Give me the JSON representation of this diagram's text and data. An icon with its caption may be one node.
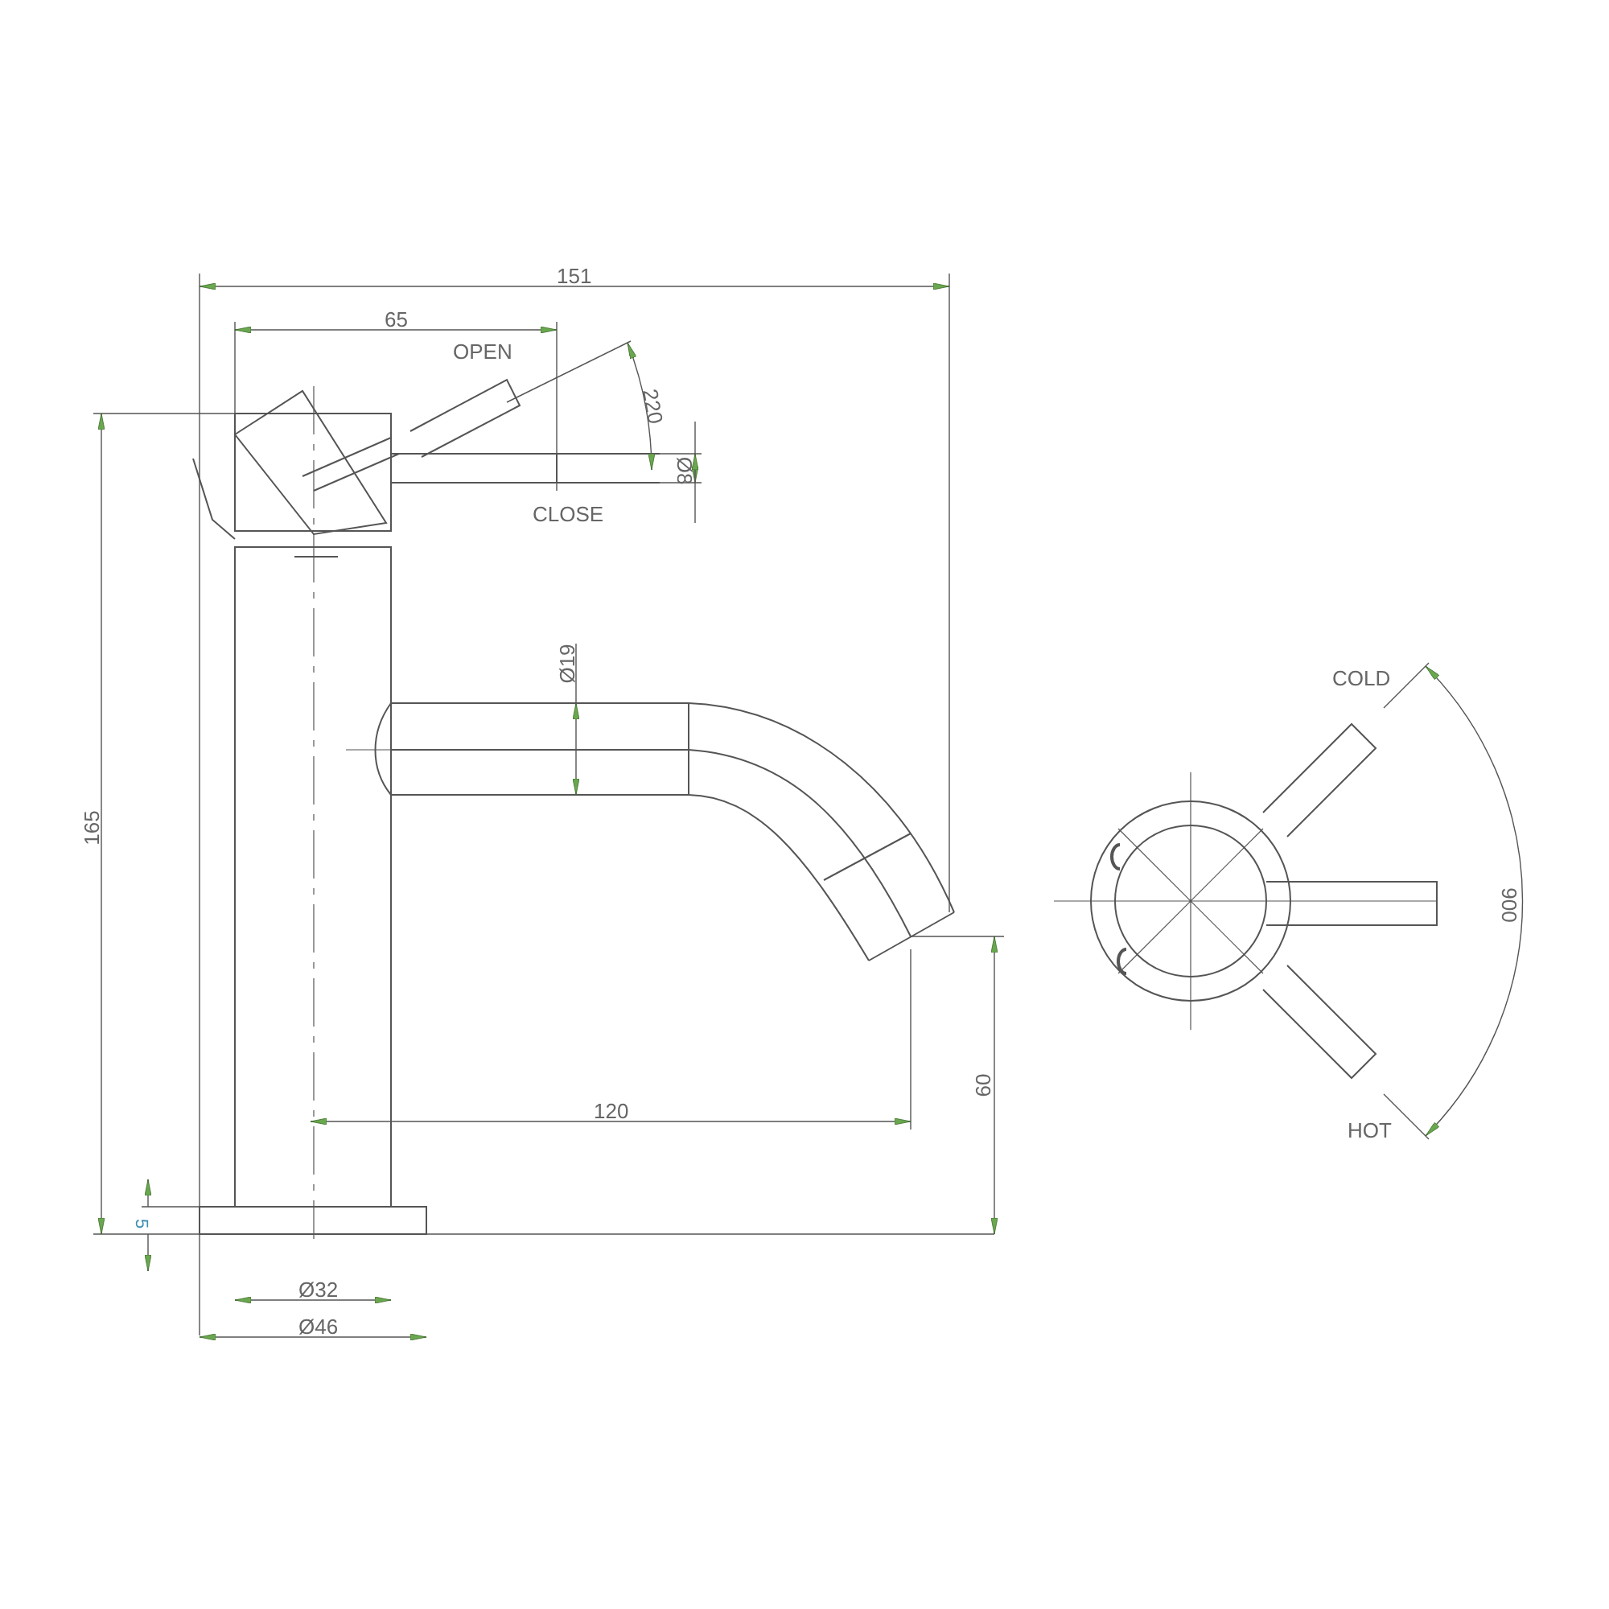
{
  "diagram": {
    "labels": [
      "151",
      "65",
      "OPEN",
      "220",
      "Ø8",
      "CLOSE",
      "Ø19",
      "165",
      "120",
      "60",
      "5",
      "Ø32",
      "Ø46",
      "COLD",
      "900",
      "HOT"
    ]
  }
}
